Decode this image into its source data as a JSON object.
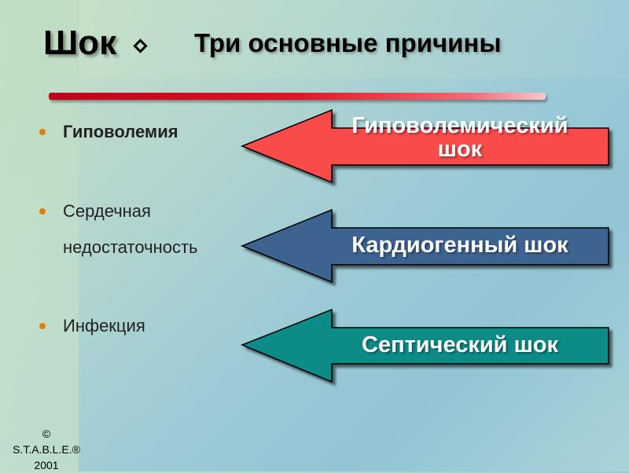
{
  "slide": {
    "title": "Шок",
    "subtitle": "Три основные причины",
    "title_icon": "diamond-icon"
  },
  "bullets": [
    {
      "text": "Гиповолемия",
      "bold": true
    },
    {
      "text_line1": "Сердечная",
      "text_line2": "недостаточность",
      "bold": false
    },
    {
      "text": "Инфекция",
      "bold": false
    }
  ],
  "arrows": [
    {
      "label_line1": "Гиповолемический",
      "label_line2": "шок",
      "color": "#fa4b4b"
    },
    {
      "label": "Кардиогенный шок",
      "color": "#3d6391"
    },
    {
      "label": "Септический шок",
      "color": "#0f8b87"
    }
  ],
  "colors": {
    "bullet": "#e27f0a",
    "divider": "#e01525"
  },
  "footer": {
    "copyright_line1": "© S.T.A.B.L.E.®",
    "copyright_line2": "2001"
  }
}
